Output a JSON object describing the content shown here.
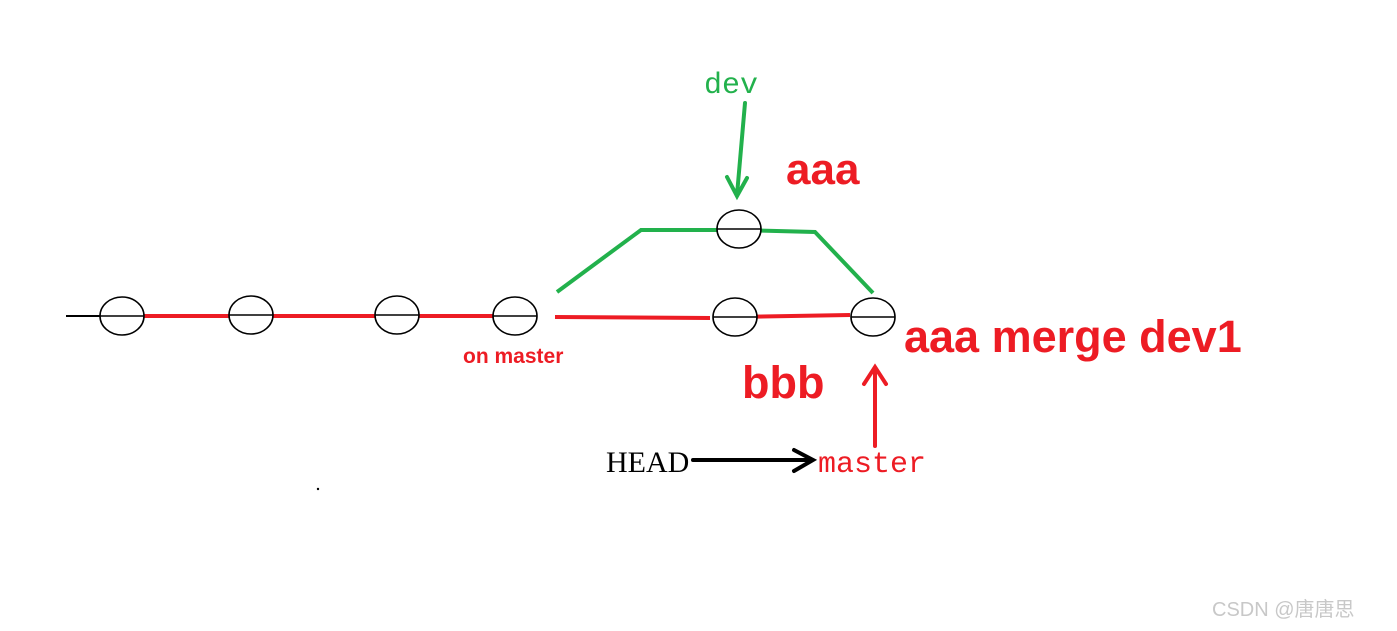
{
  "labels": {
    "dev_branch": "dev",
    "dev_commit": "aaa",
    "on_master": "on master",
    "merge_commit": "aaa merge dev1",
    "master_commit": "bbb",
    "head": "HEAD",
    "master_branch": "master"
  },
  "watermark": "CSDN @唐唐思",
  "colors": {
    "master_line": "#ed1c24",
    "dev_line": "#22b14c",
    "head_arrow": "#000000",
    "label_red": "#ed1c24",
    "label_green": "#22b14c",
    "watermark": "#c8c8c8"
  }
}
